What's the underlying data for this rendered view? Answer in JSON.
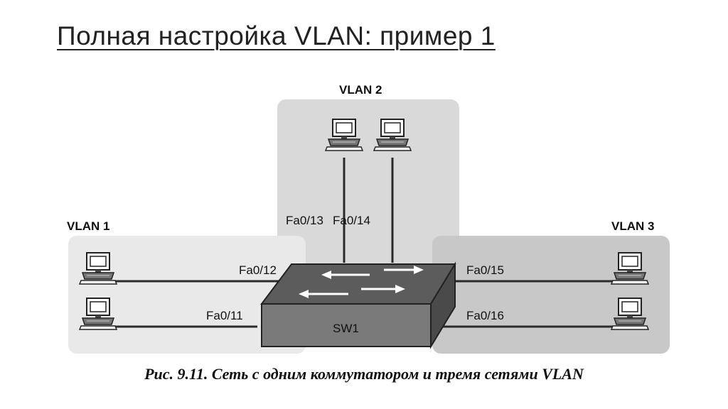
{
  "title": "Полная настройка VLAN: пример 1",
  "vlans": {
    "vlan1": {
      "label": "VLAN 1"
    },
    "vlan2": {
      "label": "VLAN 2"
    },
    "vlan3": {
      "label": "VLAN 3"
    }
  },
  "switch": {
    "label": "SW1"
  },
  "ports": {
    "fa0_11": "Fa0/11",
    "fa0_12": "Fa0/12",
    "fa0_13": "Fa0/13",
    "fa0_14": "Fa0/14",
    "fa0_15": "Fa0/15",
    "fa0_16": "Fa0/16"
  },
  "caption": "Рис. 9.11. Сеть с одним коммутатором и тремя сетями VLAN",
  "colors": {
    "vlan1_bg": "#e9e9e9",
    "vlan2_bg": "#d9d9d9",
    "vlan3_bg": "#c8c8c8",
    "switch_front": "#7a7a7a",
    "switch_top": "#5c5c5c",
    "cable": "#2a2a2a"
  }
}
